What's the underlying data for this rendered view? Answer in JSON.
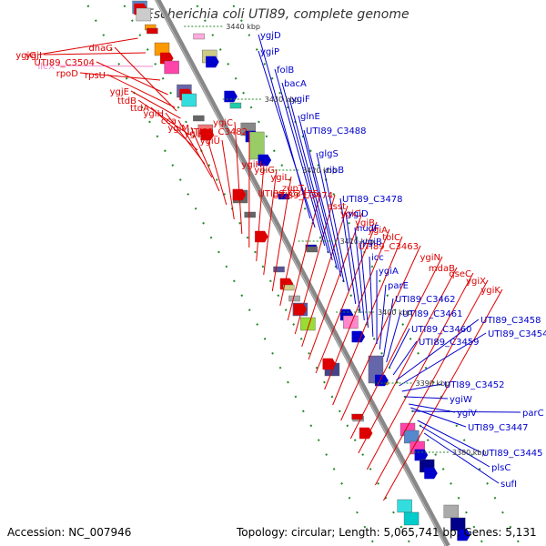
{
  "title": "Escherichia coli UTI89, complete genome",
  "accession": "Accession: NC_007946",
  "topology": "Topology: circular; Length: 5,065,741 bp; Genes: 5,131",
  "ticks": [
    "3440 kbp",
    "3430 kbp",
    "3420 kbp",
    "3410 kbp",
    "3400 kbp",
    "3390 kbp",
    "3380 kbp"
  ],
  "left_genes": [
    {
      "name": "ygjG",
      "color": "#dd0000"
    },
    {
      "name": "ygjI",
      "color": "#dd0000"
    },
    {
      "name": "ileX",
      "color": "#ee88cc"
    },
    {
      "name": "rpoD",
      "color": "#dd0000"
    },
    {
      "name": "UTI89_C3504",
      "color": "#dd0000"
    },
    {
      "name": "rpsU",
      "color": "#dd0000"
    },
    {
      "name": "dnaG",
      "color": "#dd0000"
    },
    {
      "name": "ygjE",
      "color": "#dd0000"
    },
    {
      "name": "ttdB",
      "color": "#dd0000"
    },
    {
      "name": "ttdA",
      "color": "#dd0000"
    },
    {
      "name": "ygiH",
      "color": "#dd0000"
    },
    {
      "name": "cca",
      "color": "#dd0000"
    },
    {
      "name": "ygiM",
      "color": "#dd0000"
    },
    {
      "name": "ygiK",
      "color": "#dd0000"
    },
    {
      "name": "ygiU",
      "color": "#dd0000"
    },
    {
      "name": "ygiC",
      "color": "#dd0000"
    },
    {
      "name": "UTI89_C3482",
      "color": "#dd0000"
    },
    {
      "name": "ygiH",
      "color": "#dd0000"
    },
    {
      "name": "ygiG",
      "color": "#dd0000"
    },
    {
      "name": "ygiL",
      "color": "#dd0000"
    },
    {
      "name": "zupT",
      "color": "#dd0000"
    },
    {
      "name": "UTI89_C3475",
      "color": "#dd0000"
    },
    {
      "name": "UTI89_C3474",
      "color": "#dd0000"
    },
    {
      "name": "asst",
      "color": "#dd0000"
    },
    {
      "name": "ygiC",
      "color": "#dd0000"
    },
    {
      "name": "ygiB",
      "color": "#dd0000"
    },
    {
      "name": "ygiA",
      "color": "#dd0000"
    },
    {
      "name": "tolC",
      "color": "#dd0000"
    },
    {
      "name": "UTI89_C3463",
      "color": "#dd0000"
    },
    {
      "name": "ygiN",
      "color": "#dd0000"
    },
    {
      "name": "mdaB",
      "color": "#dd0000"
    },
    {
      "name": "qseC",
      "color": "#dd0000"
    },
    {
      "name": "ygiX",
      "color": "#dd0000"
    },
    {
      "name": "ygiK",
      "color": "#dd0000"
    }
  ],
  "right_genes": [
    {
      "name": "ygjD",
      "color": "#0000cc"
    },
    {
      "name": "ygiP",
      "color": "#0000cc"
    },
    {
      "name": "folB",
      "color": "#0000cc"
    },
    {
      "name": "bacA",
      "color": "#0000cc"
    },
    {
      "name": "ygiF",
      "color": "#0000cc"
    },
    {
      "name": "glnE",
      "color": "#0000cc"
    },
    {
      "name": "UTI89_C3488",
      "color": "#0000cc"
    },
    {
      "name": "glgS",
      "color": "#0000cc"
    },
    {
      "name": "ribB",
      "color": "#0000cc"
    },
    {
      "name": "UTI89_C3478",
      "color": "#0000cc"
    },
    {
      "name": "ygiD",
      "color": "#0000cc"
    },
    {
      "name": "nudF",
      "color": "#0000cc"
    },
    {
      "name": "ygiB",
      "color": "#0000cc"
    },
    {
      "name": "icc",
      "color": "#0000cc"
    },
    {
      "name": "ygiA",
      "color": "#0000cc"
    },
    {
      "name": "parE",
      "color": "#0000cc"
    },
    {
      "name": "UTI89_C3462",
      "color": "#0000cc"
    },
    {
      "name": "UTI89_C3461",
      "color": "#0000cc"
    },
    {
      "name": "UTI89_C3460",
      "color": "#0000cc"
    },
    {
      "name": "UTI89_C3458",
      "color": "#0000cc"
    },
    {
      "name": "UTI89_C3459",
      "color": "#0000cc"
    },
    {
      "name": "UTI89_C3454",
      "color": "#0000cc"
    },
    {
      "name": "UTI89_C3452",
      "color": "#0000cc"
    },
    {
      "name": "ygiW",
      "color": "#0000cc"
    },
    {
      "name": "ygiV",
      "color": "#0000cc"
    },
    {
      "name": "parC",
      "color": "#0000cc"
    },
    {
      "name": "UTI89_C3447",
      "color": "#0000cc"
    },
    {
      "name": "UTI89_C3445",
      "color": "#0000cc"
    },
    {
      "name": "plsC",
      "color": "#0000cc"
    },
    {
      "name": "sufI",
      "color": "#0000cc"
    }
  ]
}
